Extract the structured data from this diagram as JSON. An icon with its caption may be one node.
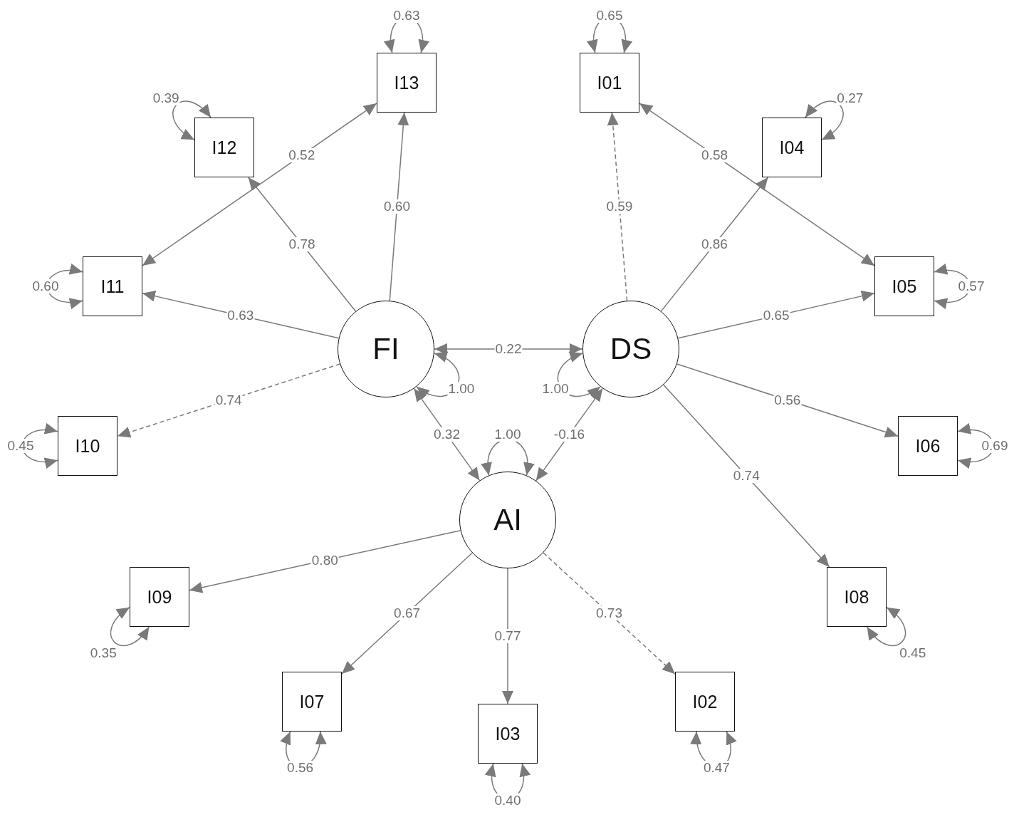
{
  "diagram": {
    "nodes": [
      {
        "text": [
          "I13"
        ]
      },
      {
        "text": [
          "I01"
        ]
      },
      {
        "text": [
          "I12"
        ]
      },
      {
        "text": [
          "I04"
        ]
      },
      {
        "text": [
          "I11"
        ]
      },
      {
        "text": [
          "I05"
        ]
      },
      {
        "text": [
          "FI"
        ]
      },
      {
        "text": [
          "DS"
        ]
      },
      {
        "text": [
          "I10"
        ]
      },
      {
        "text": [
          "I06"
        ]
      },
      {
        "text": [
          "AI"
        ]
      },
      {
        "text": [
          "I09"
        ]
      },
      {
        "text": [
          "I08"
        ]
      },
      {
        "text": [
          "I07"
        ]
      },
      {
        "text": [
          "I02"
        ]
      },
      {
        "text": [
          "I03"
        ]
      }
    ],
    "edges": [
      {
        "from": 6,
        "to": 6,
        "arrow": "both",
        "label": "1.00"
      },
      {
        "from": 7,
        "to": 7,
        "arrow": "both",
        "label": "1.00"
      },
      {
        "from": 10,
        "to": 10,
        "arrow": "both",
        "label": "1.00"
      },
      {
        "from": 6,
        "to": 7,
        "arrow": "both",
        "label": "0.22"
      },
      {
        "from": 6,
        "to": 10,
        "arrow": "both",
        "label": "0.32"
      },
      {
        "from": 7,
        "to": 10,
        "arrow": "both",
        "label": "-0.16"
      },
      {
        "from": 6,
        "to": 0,
        "arrow": "to",
        "label": "0.60"
      },
      {
        "from": 6,
        "to": 2,
        "arrow": "to",
        "label": "0.78"
      },
      {
        "from": 6,
        "to": 4,
        "arrow": "to",
        "label": "0.63"
      },
      {
        "from": 6,
        "to": 8,
        "arrow": "to",
        "label": "0.74",
        "style": "dashed"
      },
      {
        "from": 7,
        "to": 1,
        "arrow": "to",
        "label": "0.59",
        "style": "dashed"
      },
      {
        "from": 7,
        "to": 3,
        "arrow": "to",
        "label": "0.86"
      },
      {
        "from": 7,
        "to": 5,
        "arrow": "to",
        "label": "0.65"
      },
      {
        "from": 7,
        "to": 9,
        "arrow": "to",
        "label": "0.56"
      },
      {
        "from": 7,
        "to": 12,
        "arrow": "to",
        "label": "0.74"
      },
      {
        "from": 10,
        "to": 11,
        "arrow": "to",
        "label": "0.80"
      },
      {
        "from": 10,
        "to": 13,
        "arrow": "to",
        "label": "0.67"
      },
      {
        "from": 10,
        "to": 15,
        "arrow": "to",
        "label": "0.77"
      },
      {
        "from": 10,
        "to": 14,
        "arrow": "to",
        "label": "0.73",
        "style": "dashed"
      },
      {
        "from": 4,
        "to": 0,
        "arrow": "both",
        "label": "0.52"
      },
      {
        "from": 1,
        "to": 5,
        "arrow": "both",
        "label": "0.58"
      },
      {
        "from": 0,
        "to": 0,
        "arrow": "both",
        "label": "0.63"
      },
      {
        "from": 1,
        "to": 1,
        "arrow": "both",
        "label": "0.65"
      },
      {
        "from": 2,
        "to": 2,
        "arrow": "both",
        "label": "0.39"
      },
      {
        "from": 3,
        "to": 3,
        "arrow": "both",
        "label": "0.27"
      },
      {
        "from": 4,
        "to": 4,
        "arrow": "both",
        "label": "0.60"
      },
      {
        "from": 5,
        "to": 5,
        "arrow": "both",
        "label": "0.57"
      },
      {
        "from": 8,
        "to": 8,
        "arrow": "both",
        "label": "0.45"
      },
      {
        "from": 9,
        "to": 9,
        "arrow": "both",
        "label": "0.69"
      },
      {
        "from": 11,
        "to": 11,
        "arrow": "both",
        "label": "0.35"
      },
      {
        "from": 12,
        "to": 12,
        "arrow": "both",
        "label": "0.45"
      },
      {
        "from": 13,
        "to": 13,
        "arrow": "both",
        "label": "0.56"
      },
      {
        "from": 14,
        "to": 14,
        "arrow": "both",
        "label": "0.47"
      },
      {
        "from": 15,
        "to": 15,
        "arrow": "both",
        "label": "0.40"
      }
    ]
  }
}
